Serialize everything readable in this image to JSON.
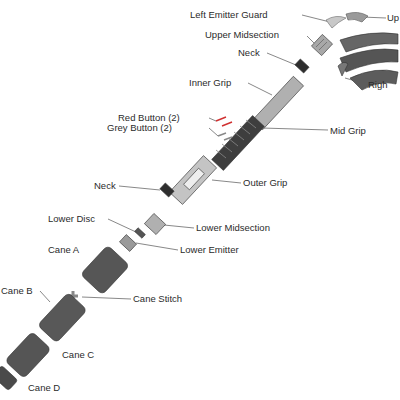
{
  "diagram": {
    "labels": [
      "Left Emitter Guard",
      "Up",
      "Upper Midsection",
      "Neck",
      "Inner Grip",
      "Righ",
      "Red Button (2)",
      "Grey Button (2)",
      "Mid Grip",
      "Outer Grip",
      "Neck",
      "Lower Disc",
      "Lower Midsection",
      "Cane A",
      "Lower Emitter",
      "Cane B",
      "Cane Stitch",
      "Cane C",
      "Cane D"
    ]
  }
}
